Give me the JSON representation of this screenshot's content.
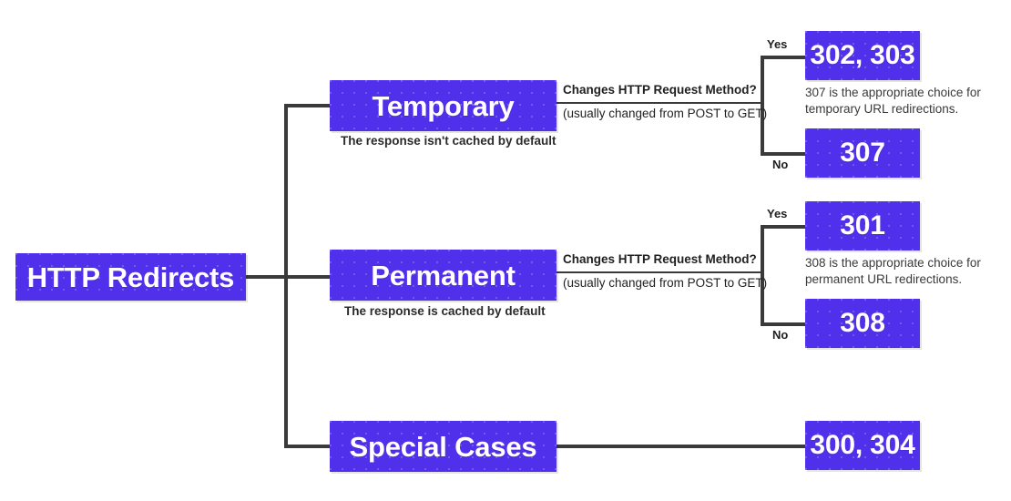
{
  "diagram": {
    "title": "HTTP Redirects",
    "root": {
      "label": "HTTP Redirects"
    },
    "branches": [
      {
        "id": "temporary",
        "label": "Temporary",
        "caption": "The response isn't cached by default",
        "question": "Changes HTTP Request Method?",
        "question_sub": "(usually changed from POST to GET)",
        "yes_label": "Yes",
        "no_label": "No",
        "yes_code": "302, 303",
        "no_code": "307",
        "note": "307 is the appropriate choice for\ntemporary URL redirections."
      },
      {
        "id": "permanent",
        "label": "Permanent",
        "caption": "The response is cached by default",
        "question": "Changes HTTP Request Method?",
        "question_sub": "(usually changed from POST to GET)",
        "yes_label": "Yes",
        "no_label": "No",
        "yes_code": "301",
        "no_code": "308",
        "note": "308 is the appropriate choice for\npermanent URL redirections."
      },
      {
        "id": "special",
        "label": "Special Cases",
        "code": "300, 304"
      }
    ],
    "colors": {
      "box_fill": "#5030ea",
      "box_text": "#ffffff",
      "line": "#3a3a3c",
      "note_text": "#3a3a3c",
      "background": "#ffffff"
    }
  }
}
